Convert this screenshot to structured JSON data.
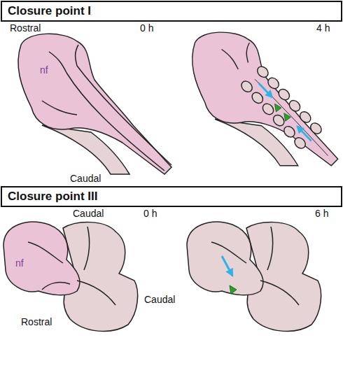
{
  "diagram": {
    "nodes": [
      {
        "text": [
          "Closure point I"
        ]
      },
      {
        "text": [
          "Closure point III"
        ]
      }
    ],
    "labels": [
      "Rostral",
      "0 h",
      "4 h",
      "nf",
      "Caudal",
      "Caudal",
      "0 h",
      "6 h",
      "nf",
      "Caudal",
      "Rostral"
    ]
  }
}
